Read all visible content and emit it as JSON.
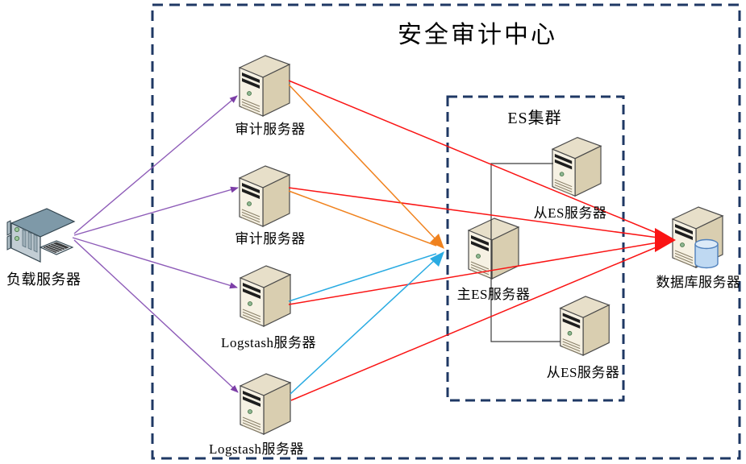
{
  "diagram": {
    "title": "安全审计中心",
    "es_cluster": {
      "label": "ES集群"
    },
    "nodes": {
      "load": {
        "label": "负载服务器",
        "type": "rack-server"
      },
      "audit1": {
        "label": "审计服务器",
        "type": "tower-server"
      },
      "audit2": {
        "label": "审计服务器",
        "type": "tower-server"
      },
      "logstash1": {
        "label": "Logstash服务器",
        "type": "tower-server"
      },
      "logstash2": {
        "label": "Logstash服务器",
        "type": "tower-server"
      },
      "master_es": {
        "label": "主ES服务器",
        "type": "tower-server"
      },
      "slave_es1": {
        "label": "从ES服务器",
        "type": "tower-server"
      },
      "slave_es2": {
        "label": "从ES服务器",
        "type": "tower-server"
      },
      "database": {
        "label": "数据库服务器",
        "type": "tower-server-with-database-cylinder"
      }
    },
    "edges": {
      "purple_from_load_to": [
        "audit1",
        "audit2",
        "logstash1",
        "logstash2"
      ],
      "orange_from_to_master_es": [
        "audit1",
        "audit2"
      ],
      "cyan_from_to_master_es": [
        "logstash1",
        "logstash2"
      ],
      "red_from_to_database": [
        "audit1",
        "audit2",
        "logstash1",
        "logstash2"
      ],
      "black_links": [
        "master_es-slave_es1",
        "master_es-slave_es2"
      ]
    },
    "colors": {
      "dashed_box_border": "#1F3864",
      "purple_arrow": "#8E5CB8",
      "orange_arrow": "#F0821E",
      "cyan_arrow": "#29ABE2",
      "red_arrow": "#FA1414",
      "black_link": "#3C3C3C",
      "server_body": "#E9E0C8",
      "rack_server_body": "#B9C7CF",
      "db_cylinder": "#BFD9F2"
    }
  }
}
